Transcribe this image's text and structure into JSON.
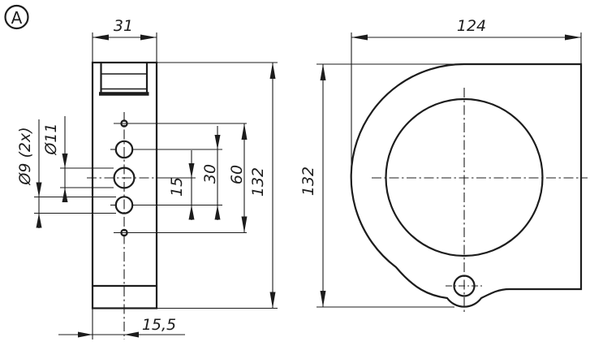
{
  "page": {
    "background": "#ffffff",
    "line_color": "#1c1c1c"
  },
  "view_label": {
    "text": "A"
  },
  "left_view": {
    "width_dim": "31",
    "hole_dia_2x": "Ø9 (2x)",
    "hole_dia_center": "Ø11",
    "pitch_15": "15",
    "pitch_30": "30",
    "pitch_60": "60",
    "height_dim": "132",
    "base_offset": "15,5"
  },
  "right_view": {
    "width_dim": "124",
    "height_dim": "132"
  }
}
